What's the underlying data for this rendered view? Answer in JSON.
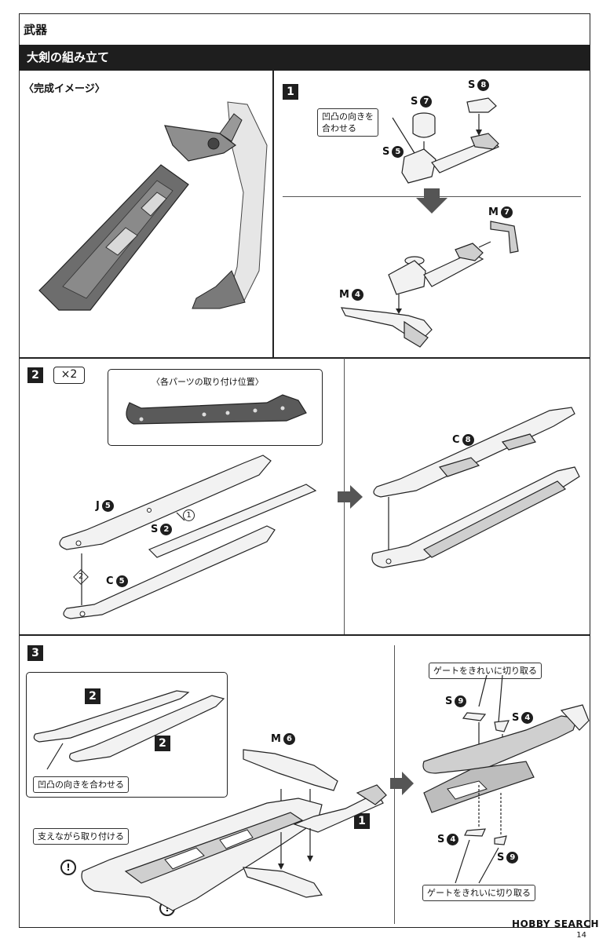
{
  "page": {
    "section_title": "武器",
    "subtitle": "大剣の組み立て",
    "page_number": "14",
    "brand": "HOBBY SEARCH"
  },
  "panel_complete": {
    "title": "〈完成イメージ〉"
  },
  "step1": {
    "badge": "1",
    "callout": "凹凸の向きを\n合わせる",
    "labels": {
      "s7": "S",
      "s7_num": "7",
      "s8": "S",
      "s8_num": "8",
      "s5": "S",
      "s5_num": "5",
      "m7": "M",
      "m7_num": "7",
      "m4": "M",
      "m4_num": "4"
    }
  },
  "step2": {
    "badge": "2",
    "multiplier": "×2",
    "inset_title": "〈各パーツの取り付け位置〉",
    "labels": {
      "j5": "J",
      "j5_num": "5",
      "s2": "S",
      "s2_num": "2",
      "c5": "C",
      "c5_num": "5",
      "c8": "C",
      "c8_num": "8"
    },
    "order_marks": [
      "1",
      "2"
    ]
  },
  "step3": {
    "badge": "3",
    "sub_badge_a": "2",
    "sub_badge_b": "2",
    "sub_badge_c": "1",
    "callout_align": "凹凸の向きを合わせる",
    "callout_support": "支えながら取り付ける",
    "callout_gate_top": "ゲートをきれいに切り取る",
    "callout_gate_bottom": "ゲートをきれいに切り取る",
    "warn_mark": "!",
    "labels": {
      "m6": "M",
      "m6_num": "6",
      "s9a": "S",
      "s9a_num": "9",
      "s4a": "S",
      "s4a_num": "4",
      "s4b": "S",
      "s4b_num": "4",
      "s9b": "S",
      "s9b_num": "9"
    }
  }
}
